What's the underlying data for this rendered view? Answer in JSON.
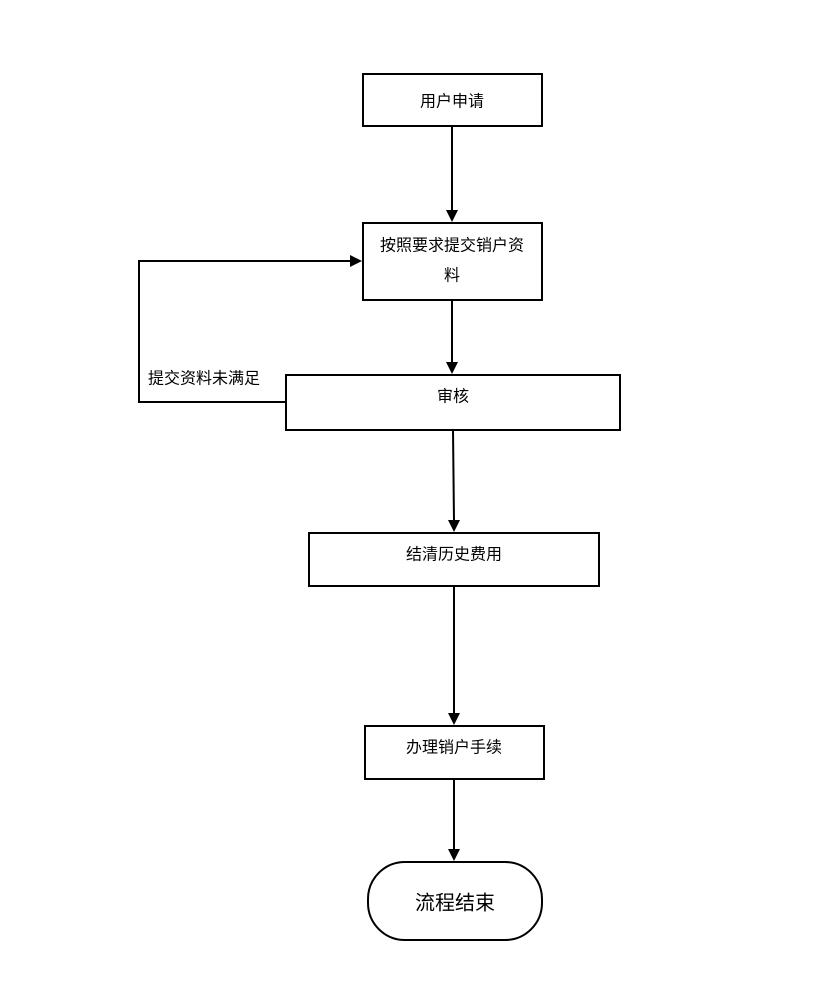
{
  "nodes": {
    "apply": "用户申请",
    "submit_line1": "按照要求提交销户资",
    "submit_line2": "料",
    "review": "审核",
    "settle": "结清历史费用",
    "process": "办理销户手续",
    "end": "流程结束"
  },
  "edges": {
    "loop_label": "提交资料未满足"
  }
}
